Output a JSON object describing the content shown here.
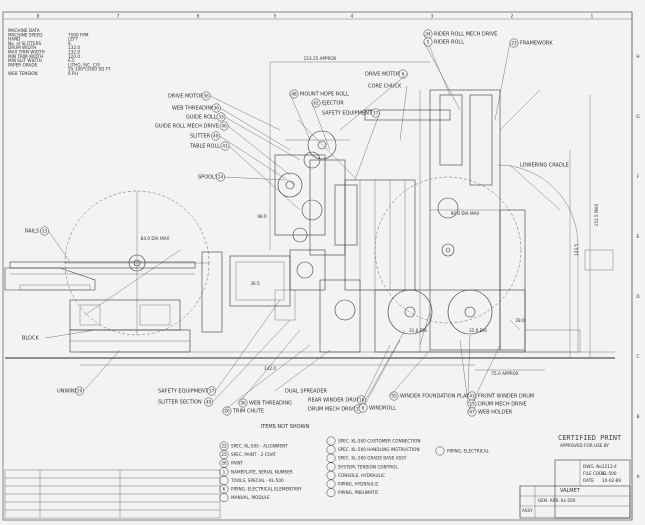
{
  "grid": {
    "top_numbers": [
      "8",
      "7",
      "6",
      "5",
      "4",
      "3",
      "2",
      "1"
    ],
    "side_letters": [
      "H",
      "G",
      "F",
      "E",
      "D",
      "C",
      "B",
      "A"
    ]
  },
  "machine_data": [
    {
      "label": "MACHINE DATA",
      "value": ""
    },
    {
      "label": "MACHINE SPEED",
      "value": "7000 FPM"
    },
    {
      "label": "HAND",
      "value": "LEFT"
    },
    {
      "label": "No. of SLITTERS",
      "value": "9"
    },
    {
      "label": "DRUM WIDTH",
      "value": "132.0"
    },
    {
      "label": "MAX TRIM WIDTH",
      "value": "132.0"
    },
    {
      "label": "MIN TRIM WIDTH",
      "value": "120.0"
    },
    {
      "label": "MIN SLIT WIDTH",
      "value": "6.5"
    },
    {
      "label": "PAPER GRADE",
      "value": "LITHO, S/C, C/S"
    },
    {
      "label": "",
      "value": "55-100*/3300 SQ FT"
    },
    {
      "label": "WEB TENSION",
      "value": "6 PLI"
    }
  ],
  "callouts": [
    {
      "num": "34",
      "text": "RIDER ROLL MECH DRIVE"
    },
    {
      "num": "5",
      "text": "RIDER ROLL"
    },
    {
      "num": "23",
      "text": "FRAMEWORK"
    },
    {
      "num": "6",
      "text": "DRIVE MOTOR"
    },
    {
      "num": "",
      "text": "CORE CHUCK"
    },
    {
      "num": "48",
      "text": "MOUNT HOPE ROLL"
    },
    {
      "num": "62",
      "text": "EJECTOR"
    },
    {
      "num": "37",
      "text": "SAFETY EQUIPMENT"
    },
    {
      "num": "36",
      "text": "DRIVE MOTOR"
    },
    {
      "num": "36",
      "text": "WEB THREADING"
    },
    {
      "num": "33",
      "text": "GUIDE ROLL"
    },
    {
      "num": "46",
      "text": "GUIDE ROLL MECH DRIVE"
    },
    {
      "num": "49",
      "text": "SLITTER"
    },
    {
      "num": "41",
      "text": "TABLE ROLL"
    },
    {
      "num": "24",
      "text": "SPOOLS"
    },
    {
      "num": "13",
      "text": "RAILS"
    },
    {
      "num": "",
      "text": "LOWERING CRADLE"
    },
    {
      "num": "",
      "text": "BLOCK"
    },
    {
      "num": "20",
      "text": "UNWIND"
    },
    {
      "num": "37",
      "text": "SAFETY EQUIPMENT"
    },
    {
      "num": "49",
      "text": "SLITTER SECTION"
    },
    {
      "num": "36",
      "text": "WEB THREADING"
    },
    {
      "num": "26",
      "text": "TRIM CHUTE"
    },
    {
      "num": "",
      "text": "DUAL SPREADER"
    },
    {
      "num": "18",
      "text": "REAR WINDER DRUM"
    },
    {
      "num": "13",
      "text": "DRUM MECH DRIVE"
    },
    {
      "num": "35",
      "text": "WINDER FOUNDATION PLAN"
    },
    {
      "num": "6",
      "text": "WINDROLL"
    },
    {
      "num": "43",
      "text": "FRONT WINDER DRUM"
    },
    {
      "num": "13",
      "text": "DRUM MECH DRIVE"
    },
    {
      "num": "47",
      "text": "WEB HOLDER"
    }
  ],
  "dimensions": [
    "153.25 APPROX",
    "151.5 MAX",
    "143.5",
    "142.0",
    "75.0 APPROX",
    "84.0 DIA MAX",
    "90.0 DIA MAX",
    "31.0 DIA",
    "31.0 DIA",
    "28.0",
    "98.0",
    "36.5"
  ],
  "notes_title": "ITEMS NOT SHOWN",
  "notes_left": [
    {
      "num": "22",
      "text": "SPEC. KL-500 - ALIGNMENT"
    },
    {
      "num": "25",
      "text": "SPEC. PAINT - 2 COAT"
    },
    {
      "num": "26",
      "text": "PAINT"
    },
    {
      "num": "1",
      "text": "NAMEPLATE, SERIAL NUMBER"
    },
    {
      "num": "",
      "text": "TOOLS, SPECIAL - KL-500"
    },
    {
      "num": "6",
      "text": "PIPING, ELECTRICAL ELEMENTARY"
    },
    {
      "num": "",
      "text": "MANUAL, MODULE"
    }
  ],
  "notes_mid": [
    {
      "num": "",
      "text": "SPEC. KL-500 CUSTOMER CONNECTION"
    },
    {
      "num": "",
      "text": "SPEC. KL-500 HANDLING INSTRUCTION"
    },
    {
      "num": "",
      "text": "SPEC. KL-500 GRADE BASE ASSY"
    },
    {
      "num": "",
      "text": "SYSTEM, TENSION CONTROL"
    },
    {
      "num": "",
      "text": "CONSOLE, HYDRAULIC"
    },
    {
      "num": "",
      "text": "PIPING, HYDRAULIC"
    },
    {
      "num": "",
      "text": "PIPING, PNEUMATIC"
    }
  ],
  "notes_right": [
    {
      "num": "",
      "text": "PIPING, ELECTRICAL"
    }
  ],
  "stamp": {
    "title": "CERTIFIED PRINT",
    "line2": "APPROVED FOR USE BY"
  },
  "title_block": {
    "company": "VALMET",
    "ref_label": "DWG. No.",
    "ref": "1212-4",
    "file_label": "FILE CODE",
    "file": "KL-500",
    "date_label": "DATE",
    "date": "10-02-89",
    "assy_label": "ASSY",
    "desc": "GEN. ARR. KL-500"
  }
}
